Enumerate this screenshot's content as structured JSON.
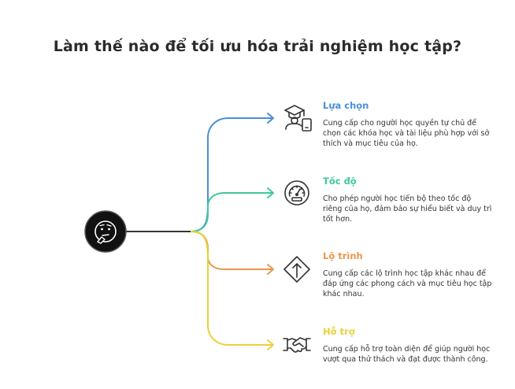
{
  "title": "Làm thế nào để tối ưu hóa trải nghiệm học tập?",
  "center_icon": "thinking-face-icon",
  "branches": [
    {
      "title": "Lựa chọn",
      "description": "Cung cấp cho người học quyền tự chủ để chọn các khóa học và tài liệu phù hợp với sở thích và mục tiêu của họ.",
      "color": "#4a8fd8",
      "icon": "graduate-with-phone-icon"
    },
    {
      "title": "Tốc độ",
      "description": "Cho phép người học tiến bộ theo tốc độ riêng của họ, đảm bảo sự hiểu biết và duy trì tốt hơn.",
      "color": "#3ec99a",
      "icon": "speedometer-icon"
    },
    {
      "title": "Lộ trình",
      "description": "Cung cấp các lộ trình học tập khác nhau để đáp ứng các phong cách và mục tiêu học tập khác nhau.",
      "color": "#e8964a",
      "icon": "route-sign-icon"
    },
    {
      "title": "Hỗ trợ",
      "description": "Cung cấp hỗ trợ toàn diện để giúp người học vượt qua thử thách và đạt được thành công.",
      "color": "#e8d23a",
      "icon": "handshake-icon"
    }
  ]
}
